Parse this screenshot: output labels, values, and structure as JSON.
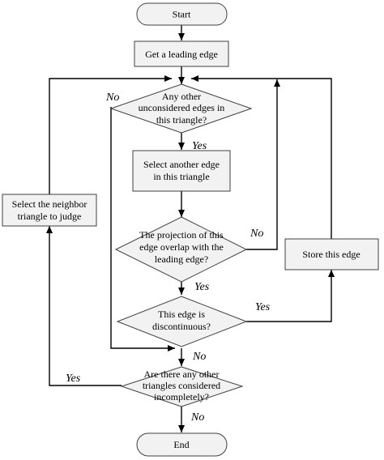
{
  "diagram": {
    "nodes": {
      "start": {
        "text": "Start"
      },
      "get_leading_edge": {
        "text": "Get a leading edge"
      },
      "any_other_edges": {
        "line1": "Any other",
        "line2": "unconsidered edges in",
        "line3": "this triangle?"
      },
      "select_another_edge": {
        "line1": "Select another edge",
        "line2": "in this triangle"
      },
      "projection_overlap": {
        "line1": "The projection of this",
        "line2": "edge overlap with the",
        "line3": "leading edge?"
      },
      "discontinuous": {
        "line1": "This edge is",
        "line2": "discontinuous?"
      },
      "any_other_triangles": {
        "line1": "Are there any other",
        "line2": "triangles considered",
        "line3": "incompletely?"
      },
      "end": {
        "text": "End"
      },
      "select_neighbor": {
        "line1": "Select the neighbor",
        "line2": "triangle to judge"
      },
      "store_edge": {
        "text": "Store this edge"
      }
    },
    "edge_labels": {
      "no_any_other": "No",
      "yes_any_other": "Yes",
      "no_projection": "No",
      "yes_projection": "Yes",
      "yes_discontinuous": "Yes",
      "no_discontinuous": "No",
      "yes_triangles": "Yes",
      "no_triangles": "No"
    }
  }
}
